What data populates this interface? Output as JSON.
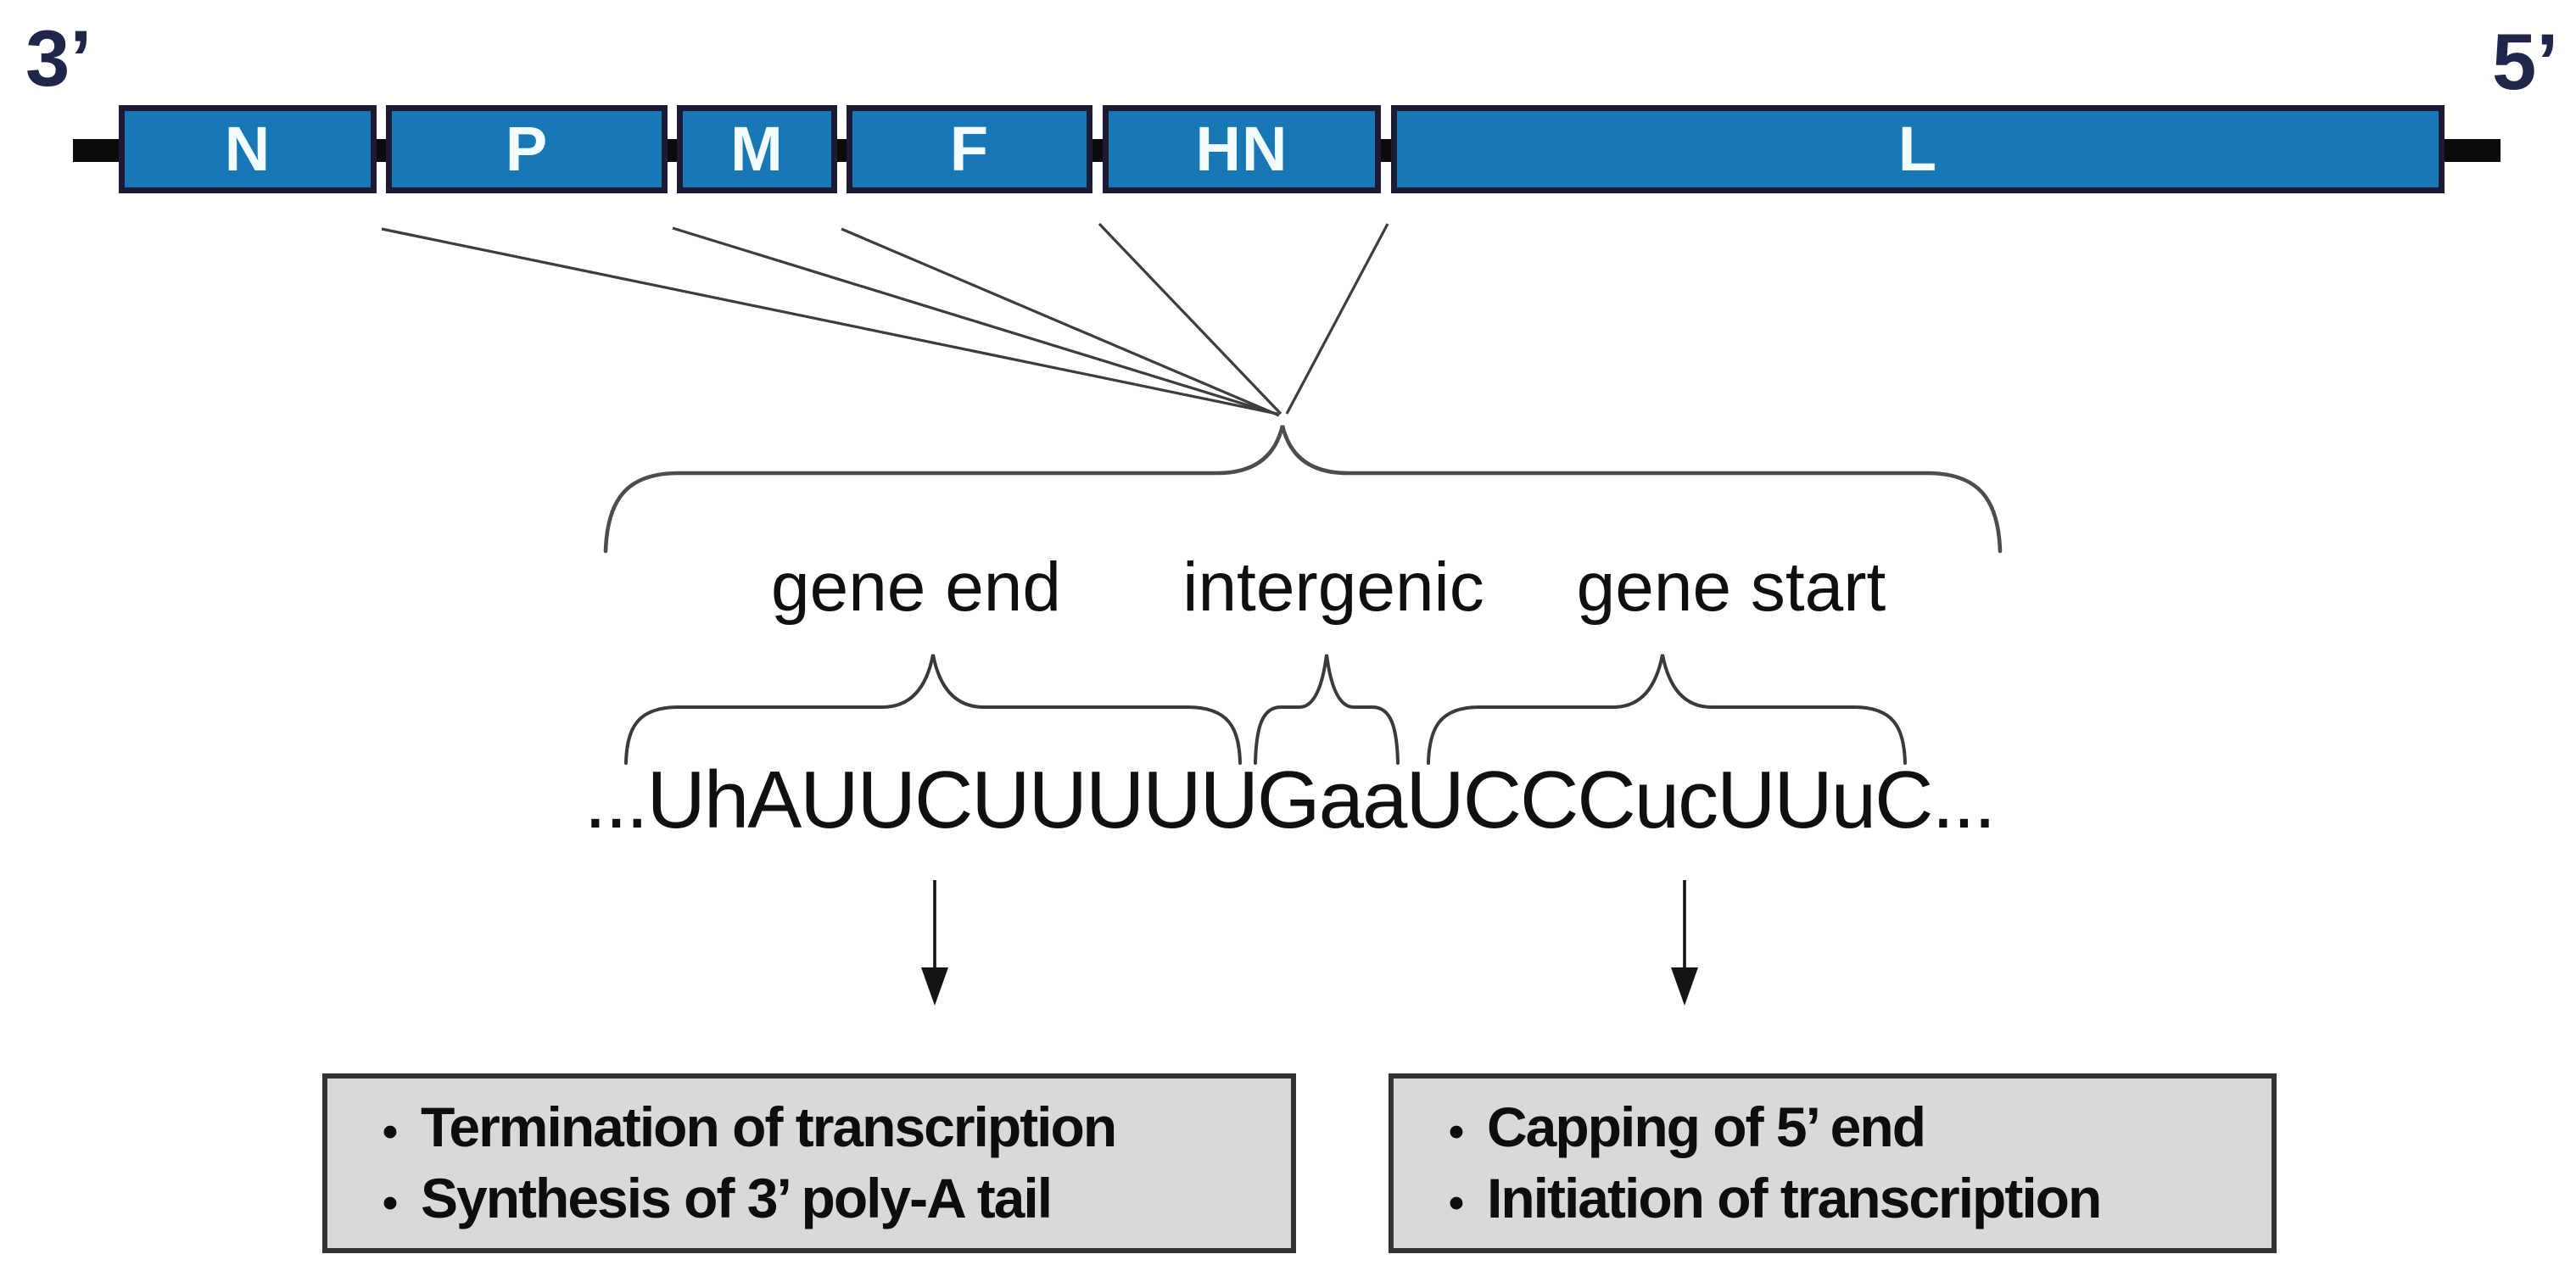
{
  "diagram_title": "paramyxovirus genome gene junction diagram",
  "end_labels": {
    "three_prime": "3’",
    "five_prime": "5’"
  },
  "genome": {
    "genes": [
      {
        "label": "N"
      },
      {
        "label": "P"
      },
      {
        "label": "M"
      },
      {
        "label": "F"
      },
      {
        "label": "HN"
      },
      {
        "label": "L"
      }
    ]
  },
  "junction": {
    "region_labels": {
      "gene_end": "gene end",
      "intergenic": "intergenic",
      "gene_start": "gene start"
    },
    "sequence": "...UhAUUCUUUUUGaaUCCCucUUuC..."
  },
  "info_boxes": {
    "bullet_glyph": "•",
    "gene_end": {
      "items": [
        "Termination of transcription",
        "Synthesis of 3’ poly-A tail"
      ]
    },
    "gene_start": {
      "items": [
        "Capping of 5’ end",
        "Initiation of transcription"
      ]
    }
  },
  "colors": {
    "gene_fill": "#1878b6",
    "gene_border": "#1b1b33",
    "gene_letter": "#f2fbff",
    "backbone": "#0b0b0b",
    "end_label": "#20254a",
    "info_box_fill": "#d9d9d9",
    "info_box_border": "#333333",
    "line_stroke": "#3d3d3d"
  }
}
